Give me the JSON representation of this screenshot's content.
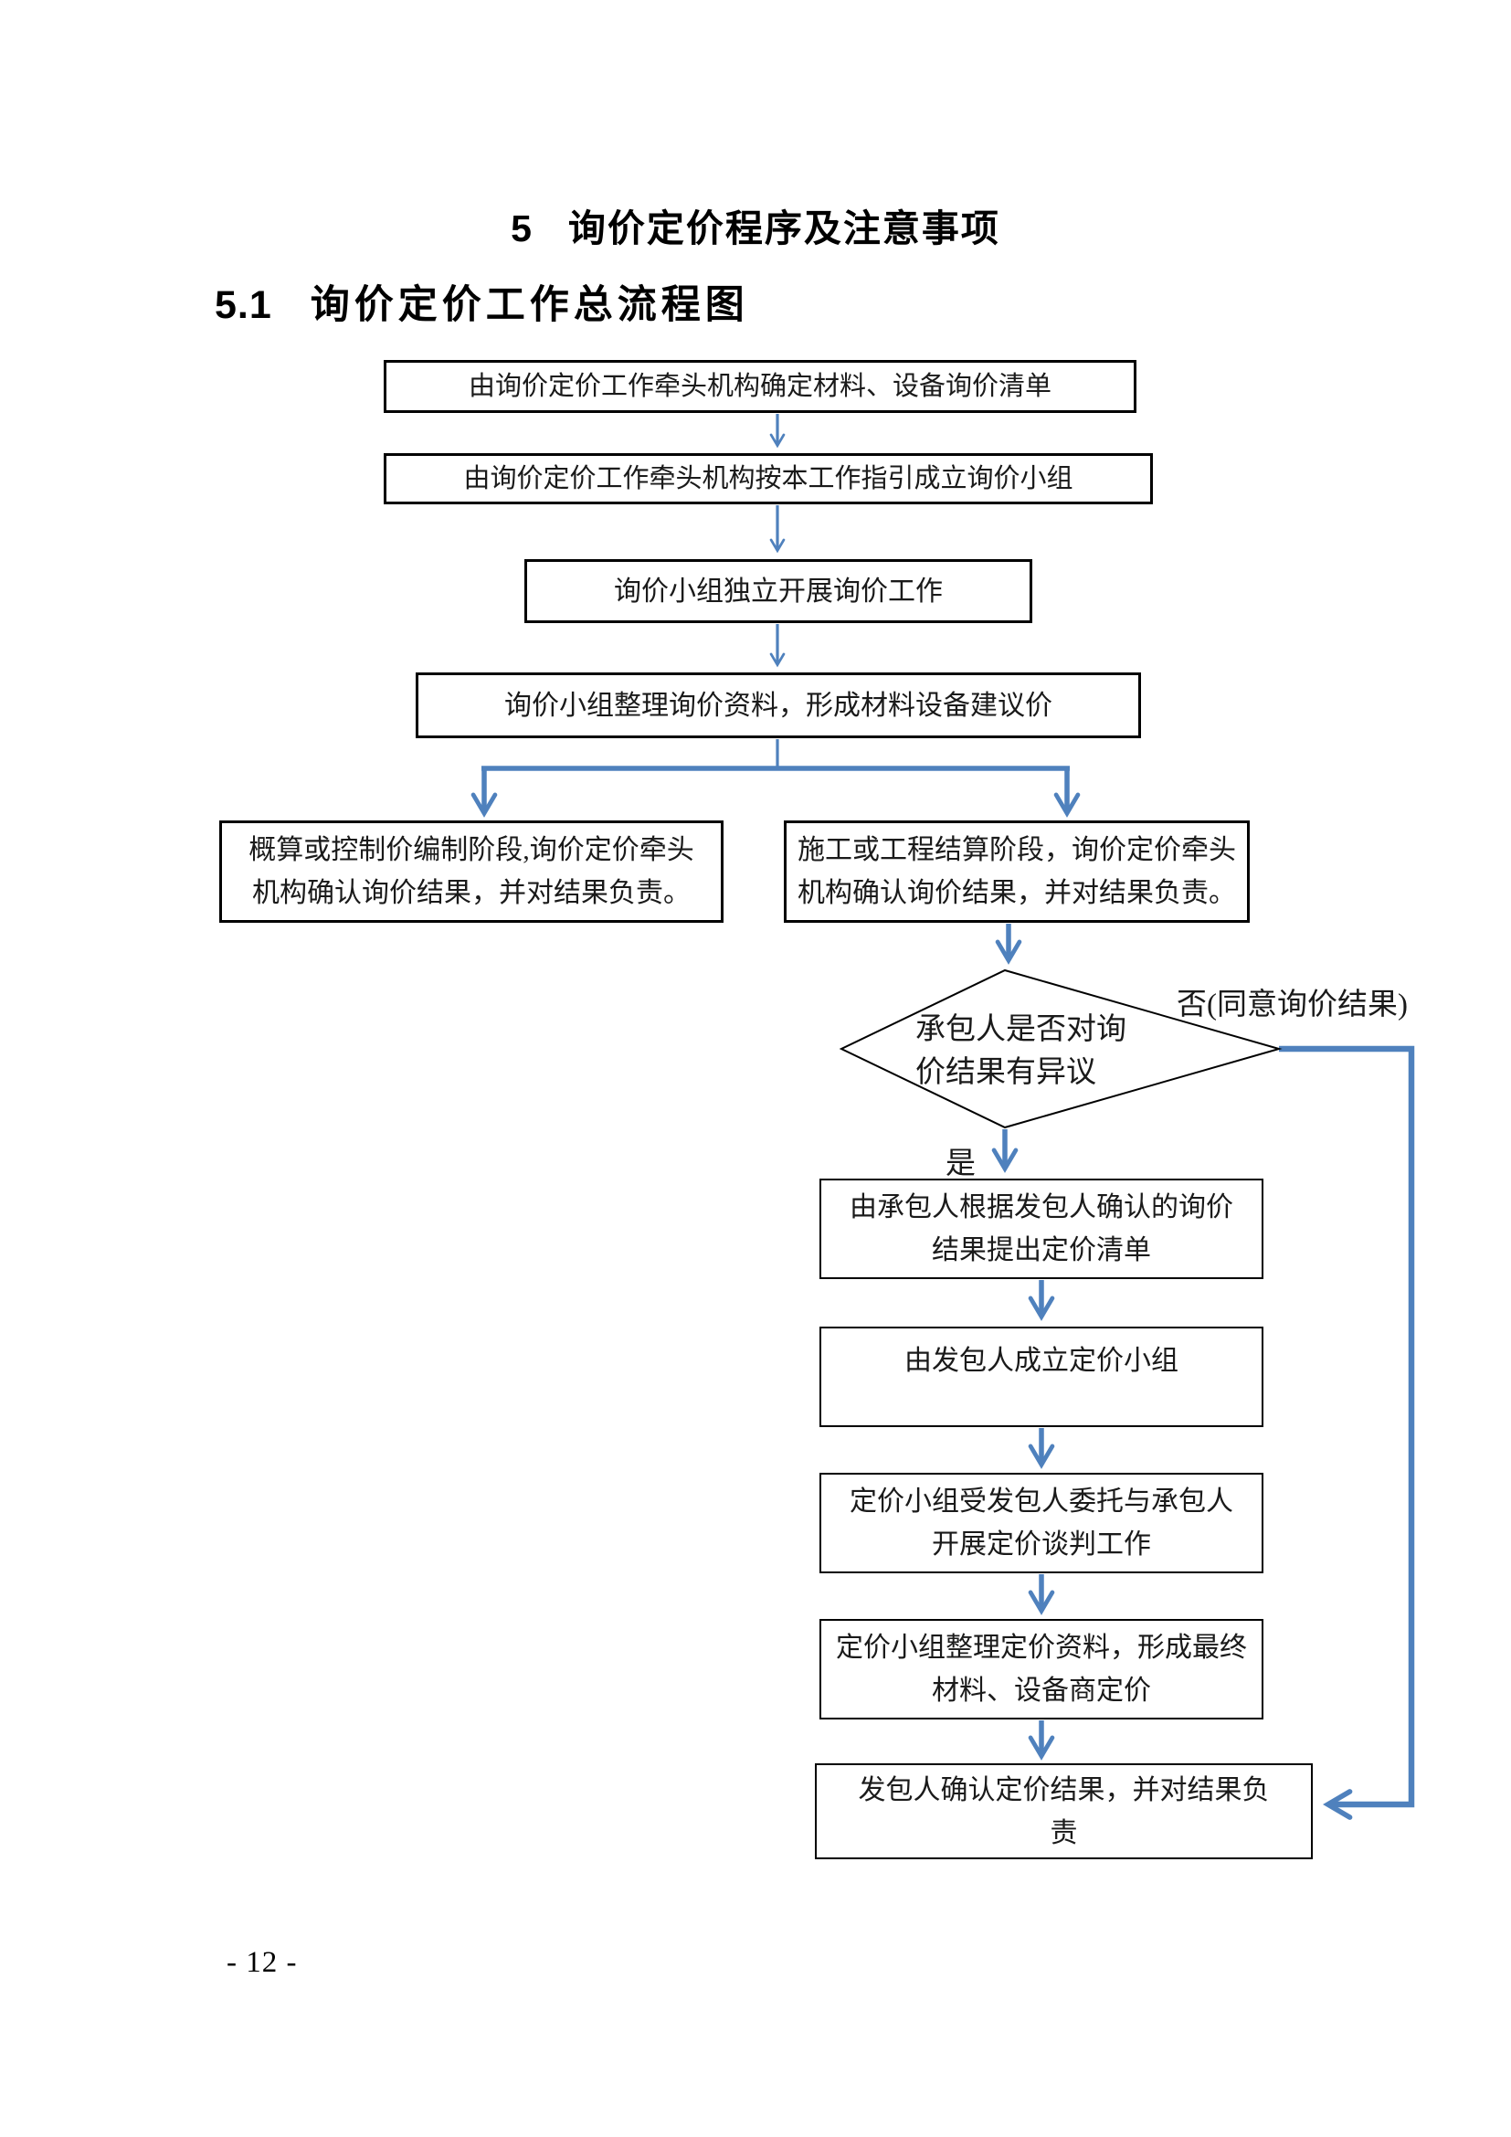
{
  "document": {
    "chapter_title": {
      "number": "5",
      "text": "询价定价程序及注意事项"
    },
    "section_heading": {
      "number": "5.1",
      "text": "询价定价工作总流程图"
    },
    "page_number": "- 12 -"
  },
  "flowchart": {
    "boxes": [
      {
        "id": "determine-inquiry-list",
        "text": "由询价定价工作牵头机构确定材料、设备询价清单"
      },
      {
        "id": "form-inquiry-team",
        "text": "由询价定价工作牵头机构按本工作指引成立询价小组"
      },
      {
        "id": "independent-inquiry",
        "text": "询价小组独立开展询价工作"
      },
      {
        "id": "compile-inquiry-data",
        "text": "询价小组整理询价资料，形成材料设备建议价"
      },
      {
        "id": "estimate-or-control-stage",
        "text": "概算或控制价编制阶段,询价定价牵头机构确认询价结果，并对结果负责。"
      },
      {
        "id": "construction-or-settlement-stage",
        "text": "施工或工程结算阶段，询价定价牵头机构确认询价结果，并对结果负责。"
      },
      {
        "id": "contractor-propose-pricing-list",
        "text": "由承包人根据发包人确认的询价结果提出定价清单"
      },
      {
        "id": "owner-form-pricing-team",
        "text": "由发包人成立定价小组"
      },
      {
        "id": "pricing-negotiation",
        "text": "定价小组受发包人委托与承包人开展定价谈判工作"
      },
      {
        "id": "compile-pricing-data",
        "text": "定价小组整理定价资料，形成最终材料、设备商定价"
      },
      {
        "id": "owner-confirm-pricing",
        "text": "发包人确认定价结果，并对结果负责"
      }
    ],
    "decision": {
      "text": "承包人是否对询价结果有异议"
    },
    "branch_labels": {
      "no": "否(同意询价结果)",
      "yes": "是"
    },
    "colors": {
      "connector_blue": "#4f81bd",
      "box_border": "#000000"
    }
  }
}
